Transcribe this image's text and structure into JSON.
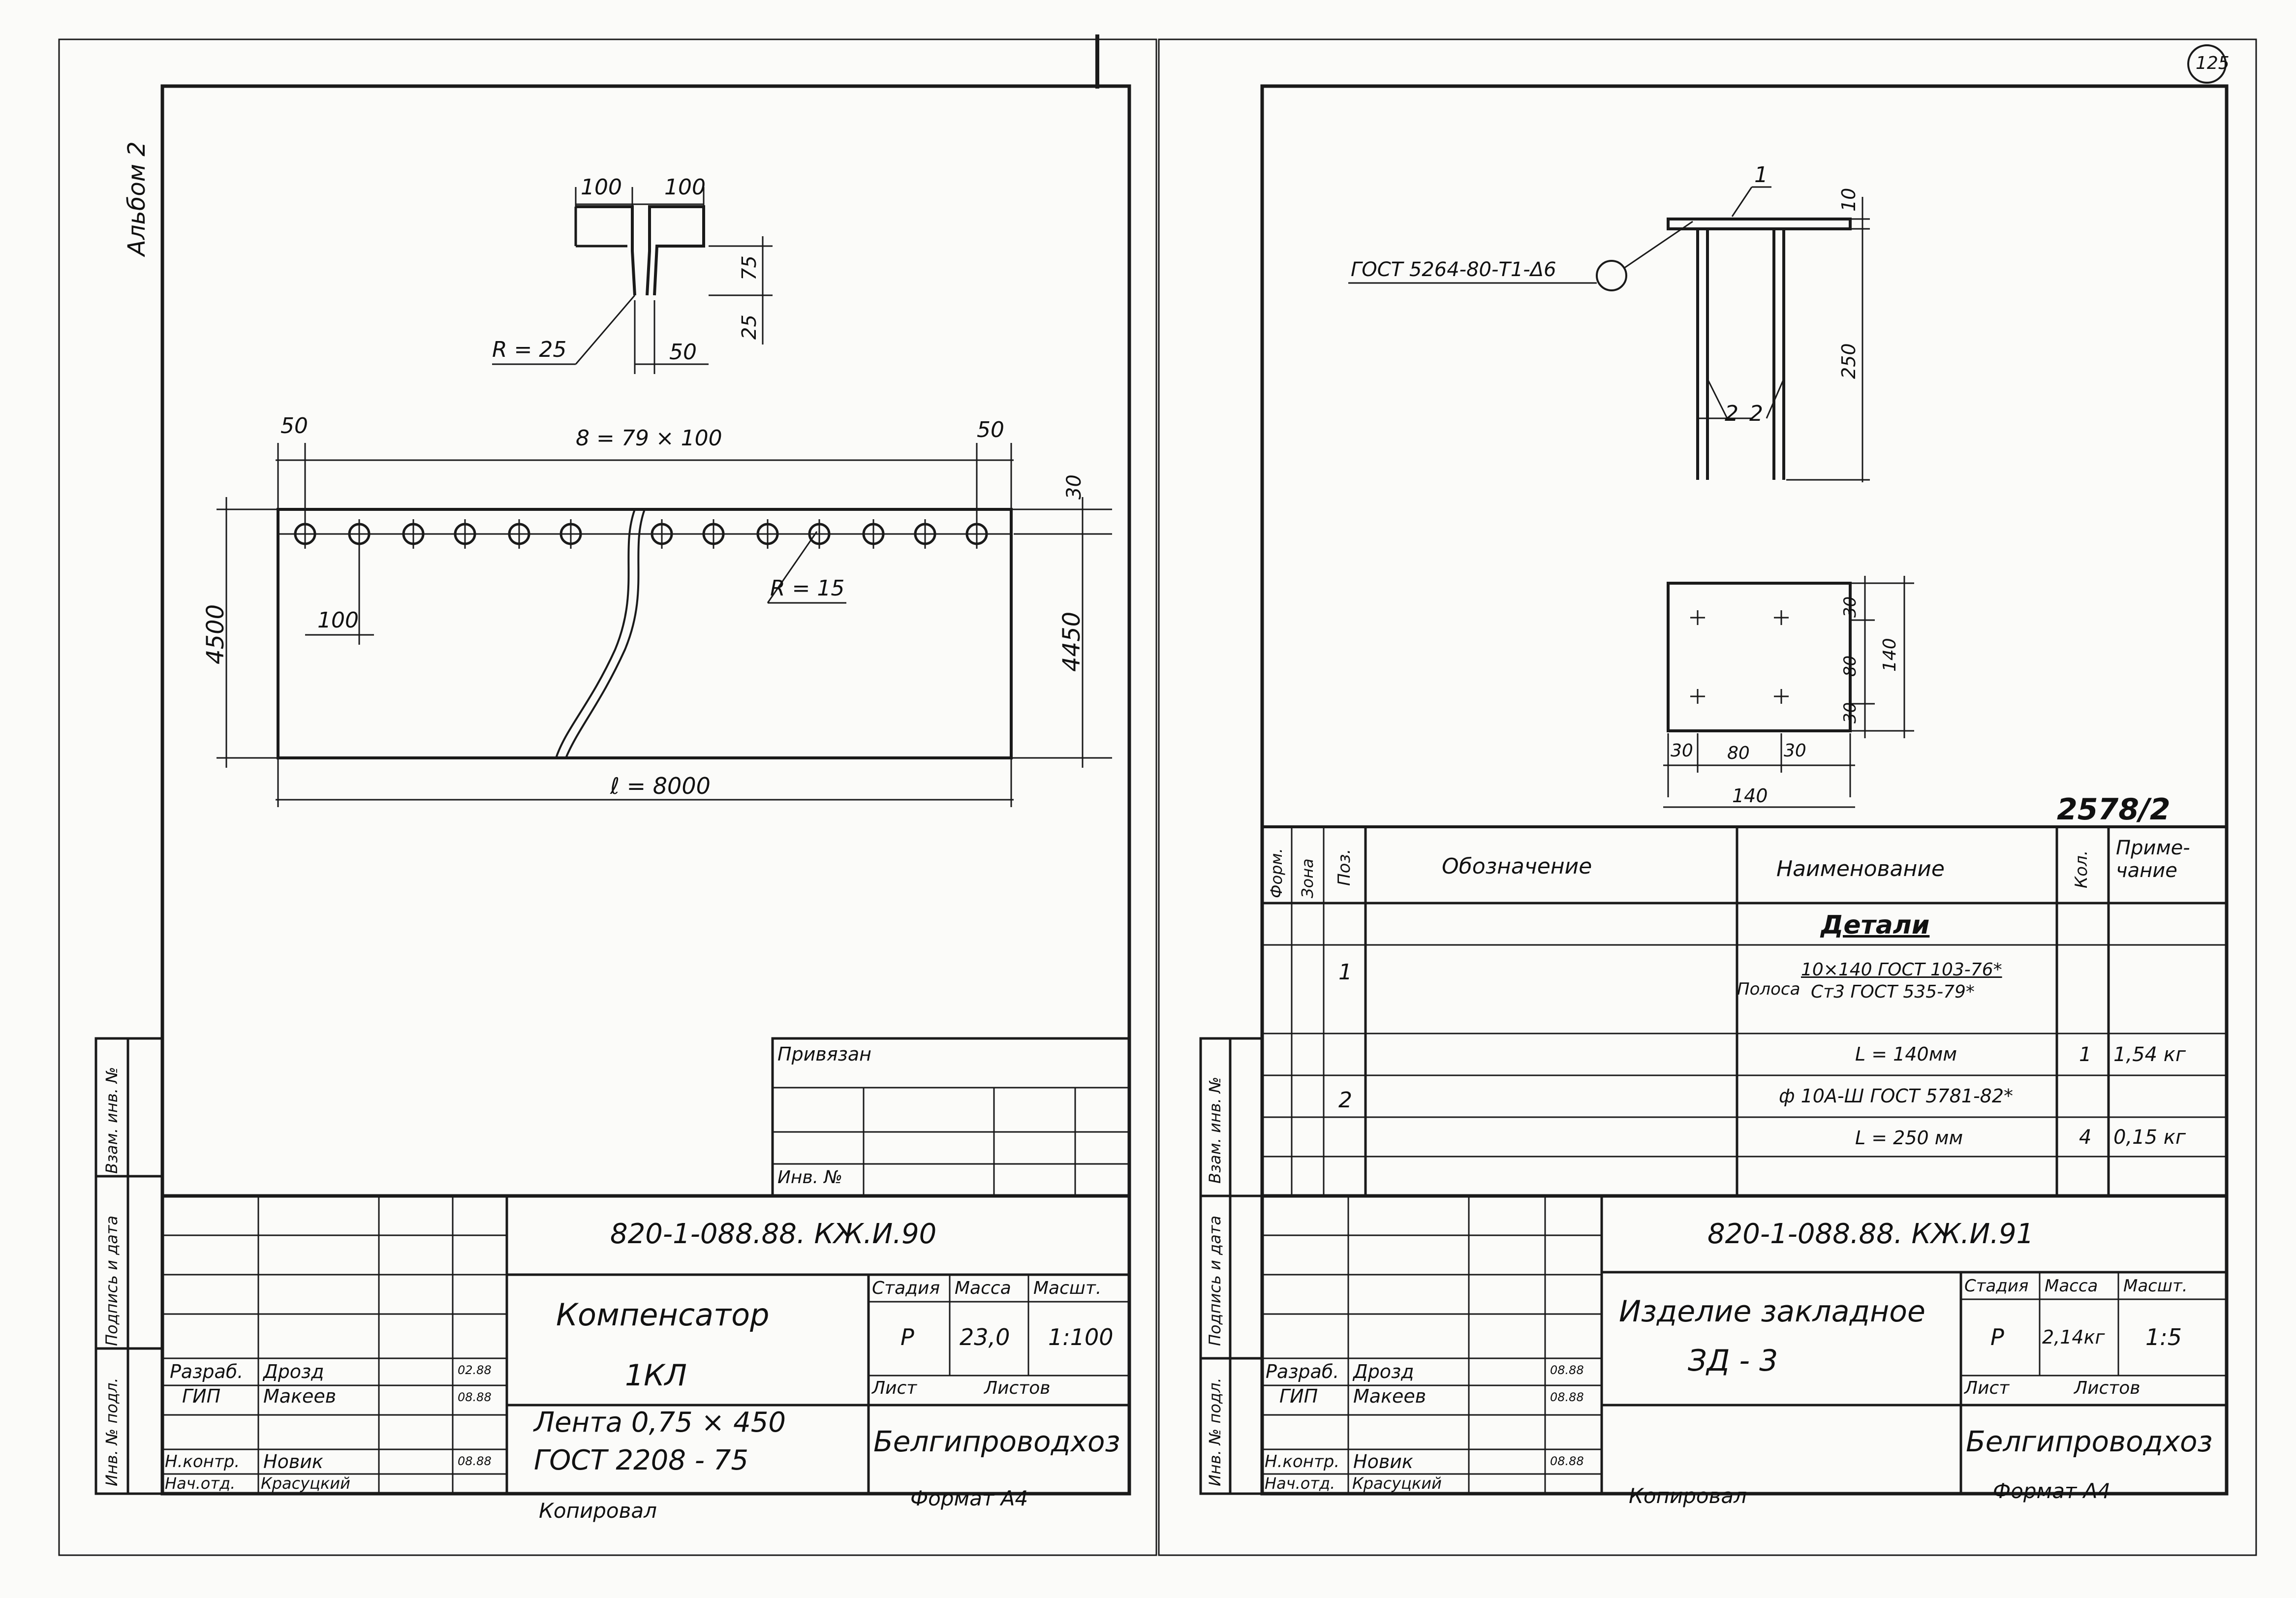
{
  "page_number": "125",
  "album_label": "Альбом 2",
  "left_sheet": {
    "detail_dims": {
      "top_left": "100",
      "top_right": "100",
      "right_top": "75",
      "right_bottom": "25",
      "bottom": "50",
      "radius": "R = 25"
    },
    "plan_dims": {
      "left_edge": "50",
      "right_edge": "50",
      "span": "8 = 79 × 100",
      "top_offset": "30",
      "height_total": "4500",
      "height_inner": "4450",
      "hole_pitch": "100",
      "hole_radius": "R = 15",
      "length": "ℓ = 8000"
    },
    "privyazan": "Привязан",
    "inv_no": "Инв. №",
    "doc_code": "820-1-088.88. КЖ.И.90",
    "title_1": "Компенсатор",
    "title_2": "1КЛ",
    "title_3": "Лента 0,75 × 450",
    "title_4": "ГОСТ 2208 - 75",
    "stadia_label": "Стадия",
    "massa_label": "Масса",
    "masshtab_label": "Масшт.",
    "stadia": "Р",
    "massa": "23,0",
    "masshtab": "1:100",
    "list_label": "Лист",
    "listov_label": "Листов",
    "org": "Белгипроводхоз",
    "roles": [
      {
        "role": "Разраб.",
        "name": "Дрозд",
        "date": "02.88"
      },
      {
        "role": "ГИП",
        "name": "Макеев",
        "date": "08.88"
      },
      {
        "role": "Н.контр.",
        "name": "Новик",
        "date": "08.88"
      },
      {
        "role": "Нач.отд.",
        "name": "Красуцкий",
        "date": ""
      }
    ],
    "side_labels": [
      "Инв. № подл.",
      "Подпись и дата",
      "Взам. инв. №"
    ],
    "copied": "Копировал",
    "format": "Формат А4"
  },
  "right_sheet": {
    "weld_note": "ГОСТ 5264-80-Т1-Δ6",
    "pos_1": "1",
    "pos_2_a": "2",
    "pos_2_b": "2",
    "dim_10": "10",
    "dim_250": "250",
    "plate_dims": {
      "v30a": "30",
      "v80": "80",
      "v30b": "30",
      "v140": "140",
      "h30a": "30",
      "h80": "80",
      "h30b": "30",
      "h140": "140"
    },
    "sheet_tag": "2578/2",
    "spec_headers": {
      "format": "Форм.",
      "zone": "Зона",
      "pos": "Поз.",
      "designation": "Обозначение",
      "name": "Наименование",
      "qty": "Кол.",
      "note": "Приме-\nчание"
    },
    "spec_section": "Детали",
    "spec_rows": [
      {
        "pos": "1",
        "name_a": "Полоса",
        "name_b": "10×140 ГОСТ 103-76*",
        "name_c": "Ст3 ГОСТ 535-79*",
        "qty": "",
        "note": ""
      },
      {
        "pos": "",
        "name": "L = 140мм",
        "qty": "1",
        "note": "1,54 кг"
      },
      {
        "pos": "2",
        "name": "ф 10А-Ш ГОСТ 5781-82*",
        "qty": "",
        "note": ""
      },
      {
        "pos": "",
        "name": "L = 250 мм",
        "qty": "4",
        "note": "0,15 кг"
      }
    ],
    "doc_code": "820-1-088.88. КЖ.И.91",
    "title_1": "Изделие закладное",
    "title_2": "ЗД - 3",
    "stadia_label": "Стадия",
    "massa_label": "Масса",
    "masshtab_label": "Масшт.",
    "stadia": "Р",
    "massa": "2,14кг",
    "masshtab": "1:5",
    "list_label": "Лист",
    "listov_label": "Листов",
    "org": "Белгипроводхоз",
    "roles": [
      {
        "role": "Разраб.",
        "name": "Дрозд",
        "date": "08.88"
      },
      {
        "role": "ГИП",
        "name": "Макеев",
        "date": "08.88"
      },
      {
        "role": "Н.контр.",
        "name": "Новик",
        "date": "08.88"
      },
      {
        "role": "Нач.отд.",
        "name": "Красуцкий",
        "date": ""
      }
    ],
    "side_labels": [
      "Инв. № подл.",
      "Подпись и дата",
      "Взам. инв. №"
    ],
    "copied": "Копировал",
    "format": "Формат А4"
  }
}
